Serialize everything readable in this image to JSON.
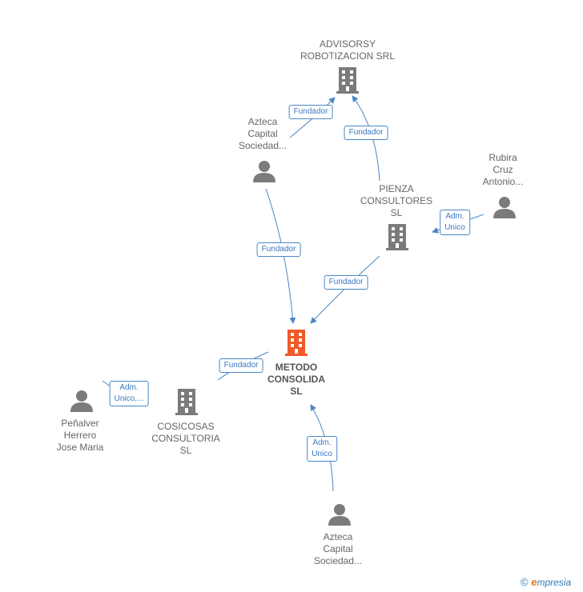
{
  "colors": {
    "edge": "#4a86c8",
    "node_gray": "#7b7b7b",
    "node_main": "#f05a28"
  },
  "nodes": {
    "advisorsy": {
      "icon": "building-icon",
      "lines": [
        "ADVISORSY",
        "ROBOTIZACION SRL"
      ]
    },
    "azteca_top": {
      "icon": "person-icon",
      "lines": [
        "Azteca",
        "Capital",
        "Sociedad..."
      ]
    },
    "rubira": {
      "icon": "person-icon",
      "lines": [
        "Rubira",
        "Cruz",
        "Antonio..."
      ]
    },
    "pienza": {
      "icon": "building-icon",
      "lines": [
        "PIENZA",
        "CONSULTORES",
        "SL"
      ]
    },
    "metodo": {
      "icon": "building-icon",
      "lines": [
        "METODO",
        "CONSOLIDA",
        "SL"
      ]
    },
    "penalver": {
      "icon": "person-icon",
      "lines": [
        "Peñalver",
        "Herrero",
        "Jose Maria"
      ]
    },
    "cosicosas": {
      "icon": "building-icon",
      "lines": [
        "COSICOSAS",
        "CONSULTORIA",
        "SL"
      ]
    },
    "azteca_bottom": {
      "icon": "person-icon",
      "lines": [
        "Azteca",
        "Capital",
        "Sociedad..."
      ]
    }
  },
  "edges": {
    "azteca_top_to_advisorsy": [
      "Fundador"
    ],
    "pienza_to_advisorsy": [
      "Fundador"
    ],
    "rubira_to_pienza": [
      "Adm.",
      "Unico"
    ],
    "azteca_top_to_metodo": [
      "Fundador"
    ],
    "pienza_to_metodo": [
      "Fundador"
    ],
    "cosicosas_to_metodo": [
      "Fundador"
    ],
    "penalver_to_cosicosas": [
      "Adm.",
      "Unico,..."
    ],
    "azteca_bottom_to_metodo": [
      "Adm.",
      "Unico"
    ]
  },
  "footer": {
    "copyright": "©",
    "brand_first": "e",
    "brand_rest": "mpresia"
  }
}
